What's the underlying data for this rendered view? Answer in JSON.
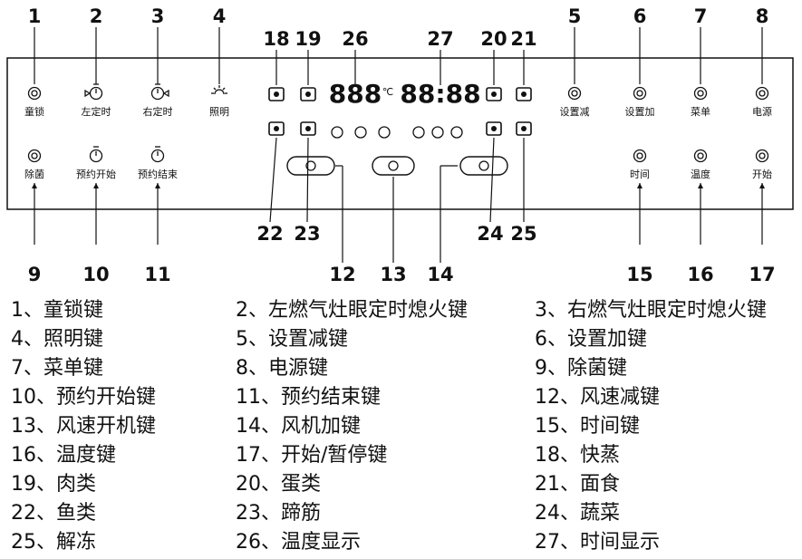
{
  "panel": {
    "keys": [
      {
        "num": "1",
        "label": "童锁",
        "icon": "child-lock-icon"
      },
      {
        "num": "2",
        "label": "左定时",
        "icon": "left-timer-icon"
      },
      {
        "num": "3",
        "label": "右定时",
        "icon": "right-timer-icon"
      },
      {
        "num": "4",
        "label": "照明",
        "icon": "light-icon"
      },
      {
        "num": "5",
        "label": "设置减",
        "icon": "minus-icon"
      },
      {
        "num": "6",
        "label": "设置加",
        "icon": "plus-icon"
      },
      {
        "num": "7",
        "label": "菜单",
        "icon": "menu-icon"
      },
      {
        "num": "8",
        "label": "电源",
        "icon": "power-icon"
      },
      {
        "num": "9",
        "label": "除菌",
        "icon": "sterilize-icon"
      },
      {
        "num": "10",
        "label": "预约开始",
        "icon": "reserve-start-icon"
      },
      {
        "num": "11",
        "label": "预约结束",
        "icon": "reserve-end-icon"
      },
      {
        "num": "15",
        "label": "时间",
        "icon": "clock-icon"
      },
      {
        "num": "16",
        "label": "温度",
        "icon": "thermometer-icon"
      },
      {
        "num": "17",
        "label": "开始",
        "icon": "play-icon"
      }
    ],
    "display_callouts": [
      "18",
      "19",
      "26",
      "27",
      "20",
      "21"
    ],
    "bottom_callouts": [
      "22",
      "23",
      "24",
      "25"
    ],
    "fan_callouts": [
      "12",
      "13",
      "14"
    ],
    "temp_digits": "888",
    "temp_unit": "℃",
    "time_digits": "88:88"
  },
  "legend": [
    [
      "1、童锁键",
      "2、左燃气灶眼定时熄火键",
      "3、右燃气灶眼定时熄火键"
    ],
    [
      "4、照明键",
      "5、设置减键",
      "6、设置加键"
    ],
    [
      "7、菜单键",
      "8、电源键",
      "9、除菌键"
    ],
    [
      "10、预约开始键",
      "11、预约结束键",
      "12、风速减键"
    ],
    [
      "13、风速开机键",
      "14、风机加键",
      "15、时间键"
    ],
    [
      "16、温度键",
      "17、开始/暂停键",
      "18、快蒸"
    ],
    [
      "19、肉类",
      "20、蛋类",
      "21、面食"
    ],
    [
      "22、鱼类",
      "23、蹄筋",
      "24、蔬菜"
    ],
    [
      "25、解冻",
      "26、温度显示",
      "27、时间显示"
    ]
  ]
}
